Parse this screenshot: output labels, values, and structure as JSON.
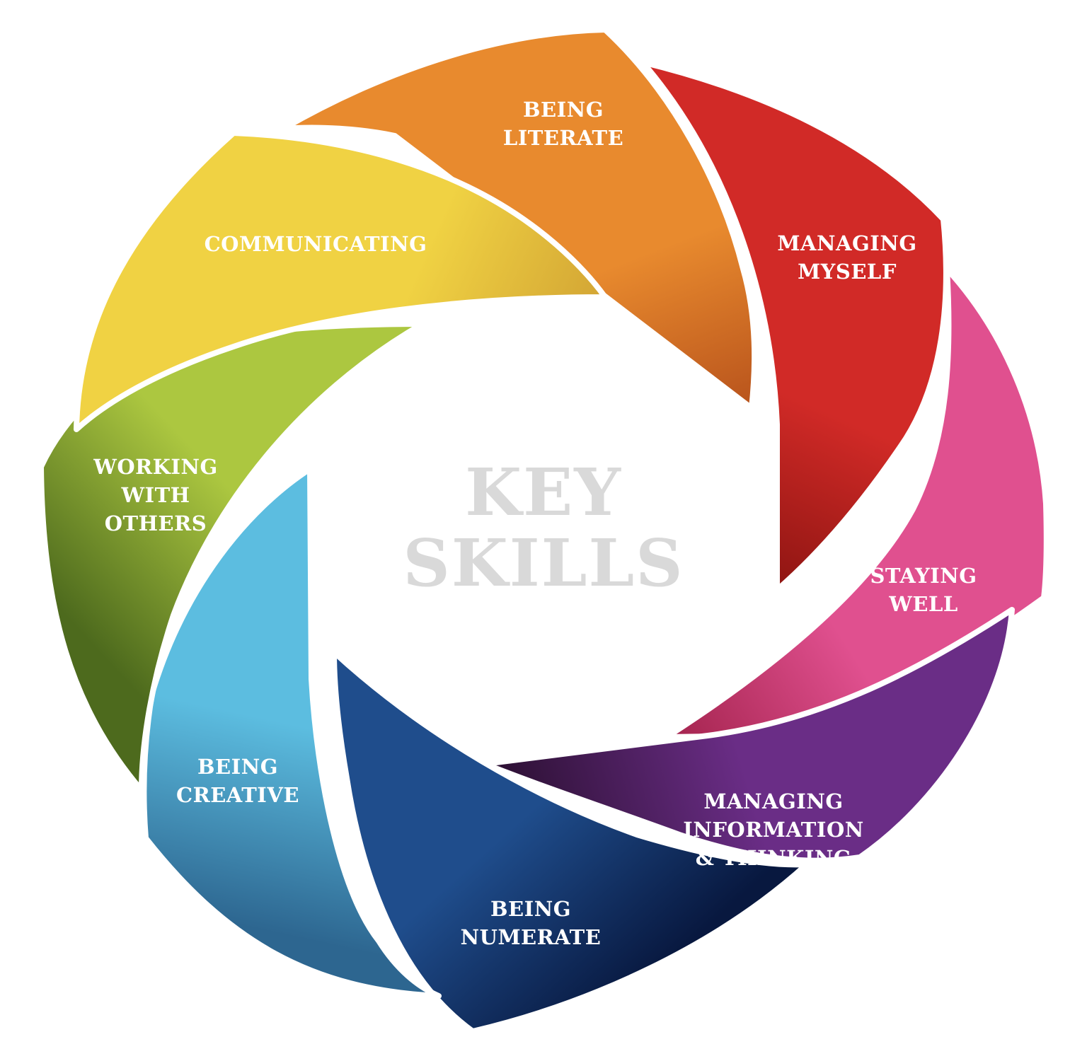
{
  "center": {
    "lines": [
      "KEY",
      "SKILLS"
    ],
    "color": "#d9d9d9"
  },
  "segments": [
    {
      "id": "being-literate",
      "lines": [
        "BEING",
        "LITERATE"
      ],
      "color": "#e88a2e",
      "dark": "#b8531c"
    },
    {
      "id": "managing-myself",
      "lines": [
        "MANAGING",
        "MYSELF"
      ],
      "color": "#d12a27",
      "dark": "#8e1512"
    },
    {
      "id": "staying-well",
      "lines": [
        "STAYING",
        "WELL"
      ],
      "color": "#e0508f",
      "dark": "#a3234d"
    },
    {
      "id": "managing-information-thinking",
      "lines": [
        "MANAGING",
        "INFORMATION",
        "& THINKING"
      ],
      "color": "#6a2d86",
      "dark": "#2a0f30"
    },
    {
      "id": "being-numerate",
      "lines": [
        "BEING",
        "NUMERATE"
      ],
      "color": "#1f4d8c",
      "dark": "#08183f"
    },
    {
      "id": "being-creative",
      "lines": [
        "BEING",
        "CREATIVE"
      ],
      "color": "#5cbde0",
      "dark": "#2d6690"
    },
    {
      "id": "working-with-others",
      "lines": [
        "WORKING",
        "WITH",
        "OTHERS"
      ],
      "color": "#acc740",
      "dark": "#4d6a1d"
    },
    {
      "id": "communicating",
      "lines": [
        "COMMUNICATING"
      ],
      "color": "#f0d243",
      "dark": "#d3a534"
    }
  ]
}
